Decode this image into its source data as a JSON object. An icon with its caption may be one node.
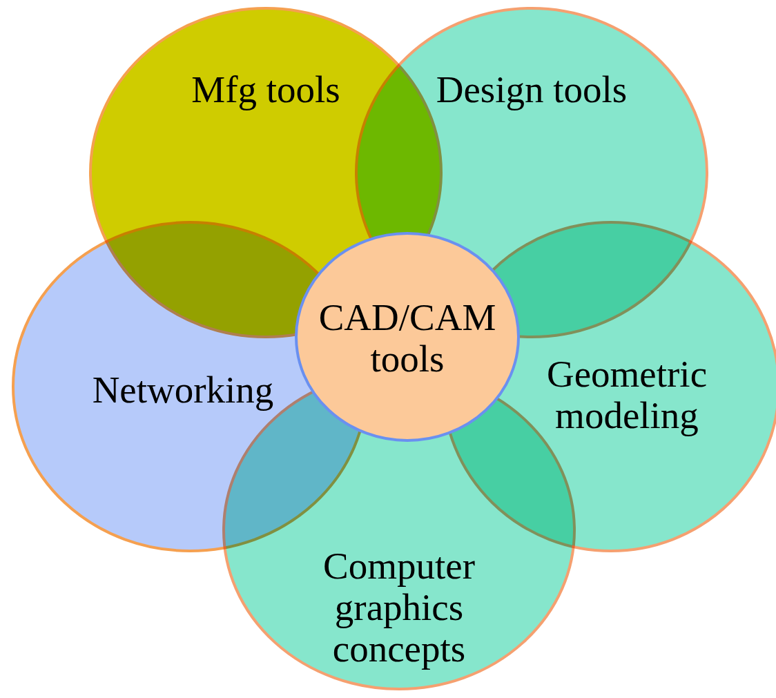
{
  "diagram": {
    "nodes": [
      {
        "text": [
          "Mfg tools"
        ]
      },
      {
        "text": [
          "Design tools"
        ]
      },
      {
        "text": [
          "Networking"
        ]
      },
      {
        "text": [
          "CAD/CAM tools"
        ]
      },
      {
        "text": [
          "Geometric modeling"
        ]
      },
      {
        "text": [
          "Computer graphics concepts"
        ]
      }
    ]
  }
}
